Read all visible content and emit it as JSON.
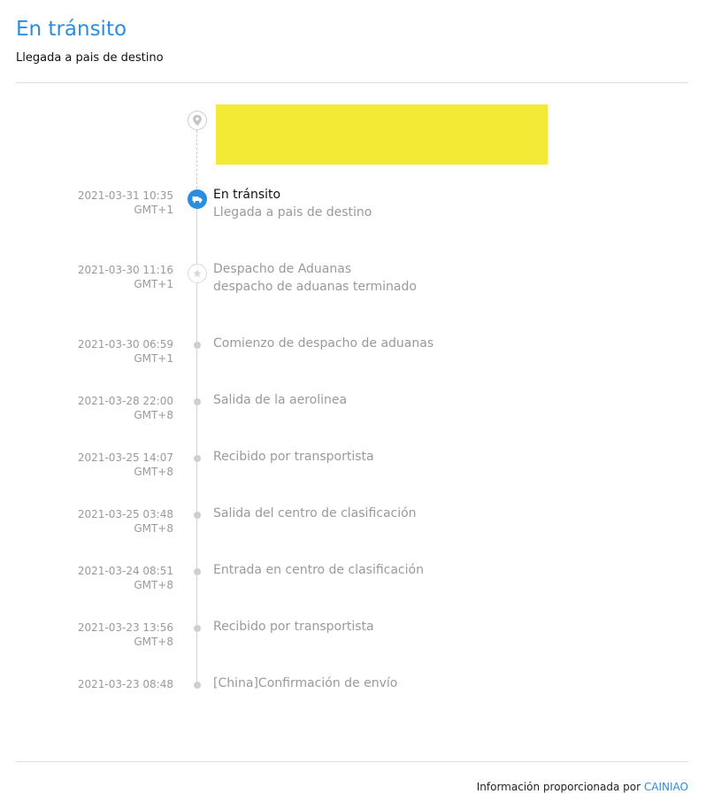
{
  "header": {
    "title": "En tránsito",
    "subtitle": "Llegada a pais de destino"
  },
  "destination": {
    "icon": "location-pin-icon",
    "redaction_color": "#f2ea34"
  },
  "colors": {
    "accent": "#2a8de2",
    "muted_text": "#9a9a9a",
    "line": "#d4d4d4"
  },
  "events": [
    {
      "date": "2021-03-31 10:35",
      "tz": "GMT+1",
      "title": "En tránsito",
      "detail": "Llegada a pais de destino",
      "marker": "truck-icon",
      "current": true
    },
    {
      "date": "2021-03-30 11:16",
      "tz": "GMT+1",
      "title": "Despacho de Aduanas",
      "detail": "despacho de aduanas terminado",
      "marker": "customs-icon",
      "current": false
    },
    {
      "date": "2021-03-30 06:59",
      "tz": "GMT+1",
      "title": "Comienzo de despacho de aduanas",
      "marker": "dot",
      "current": false
    },
    {
      "date": "2021-03-28 22:00",
      "tz": "GMT+8",
      "title": "Salida de la aerolinea",
      "marker": "dot",
      "current": false
    },
    {
      "date": "2021-03-25 14:07",
      "tz": "GMT+8",
      "title": "Recibido por transportista",
      "marker": "dot",
      "current": false
    },
    {
      "date": "2021-03-25 03:48",
      "tz": "GMT+8",
      "title": "Salida del centro de clasificación",
      "marker": "dot",
      "current": false
    },
    {
      "date": "2021-03-24 08:51",
      "tz": "GMT+8",
      "title": "Entrada en centro de clasificación",
      "marker": "dot",
      "current": false
    },
    {
      "date": "2021-03-23 13:56",
      "tz": "GMT+8",
      "title": "Recibido por transportista",
      "marker": "dot",
      "current": false
    },
    {
      "date": "2021-03-23 08:48",
      "title": "[China]Confirmación de envío",
      "marker": "dot",
      "current": false
    }
  ],
  "footer": {
    "prefix": "Información proporcionada por",
    "provider": "CAINIAO"
  }
}
